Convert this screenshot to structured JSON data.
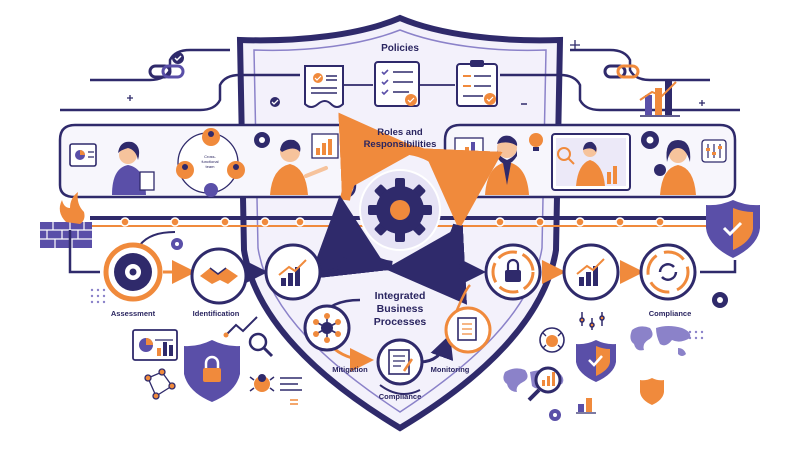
{
  "labels": {
    "policies": "Policies",
    "roles_line1": "Roles and",
    "roles_line2": "Responsibilities",
    "integrated_line1": "Integrated",
    "integrated_line2": "Business",
    "integrated_line3": "Processes",
    "assessment": "Assessment",
    "identification": "Identification",
    "mitigation": "Mitigation",
    "monitoring": "Monitoring",
    "compliance_right": "Compliance",
    "compliance_bottom": "Compliance",
    "cross_functional_line1": "Cross-",
    "cross_functional_line2": "functional",
    "cross_functional_line3": "team"
  },
  "colors": {
    "navy": "#2f2a6b",
    "purple": "#5a4fa8",
    "lavender": "#e9e6f7",
    "orange": "#f08a3c",
    "light_orange": "#fbd2b0"
  },
  "icons": [
    "shield-icon",
    "document-checklist-icon",
    "chain-link-icon",
    "gear-icon",
    "handshake-icon",
    "growth-chart-icon",
    "network-icon",
    "magnifier-icon",
    "padlock-icon",
    "bug-icon",
    "world-map-icon",
    "firewall-icon",
    "people-icon"
  ]
}
